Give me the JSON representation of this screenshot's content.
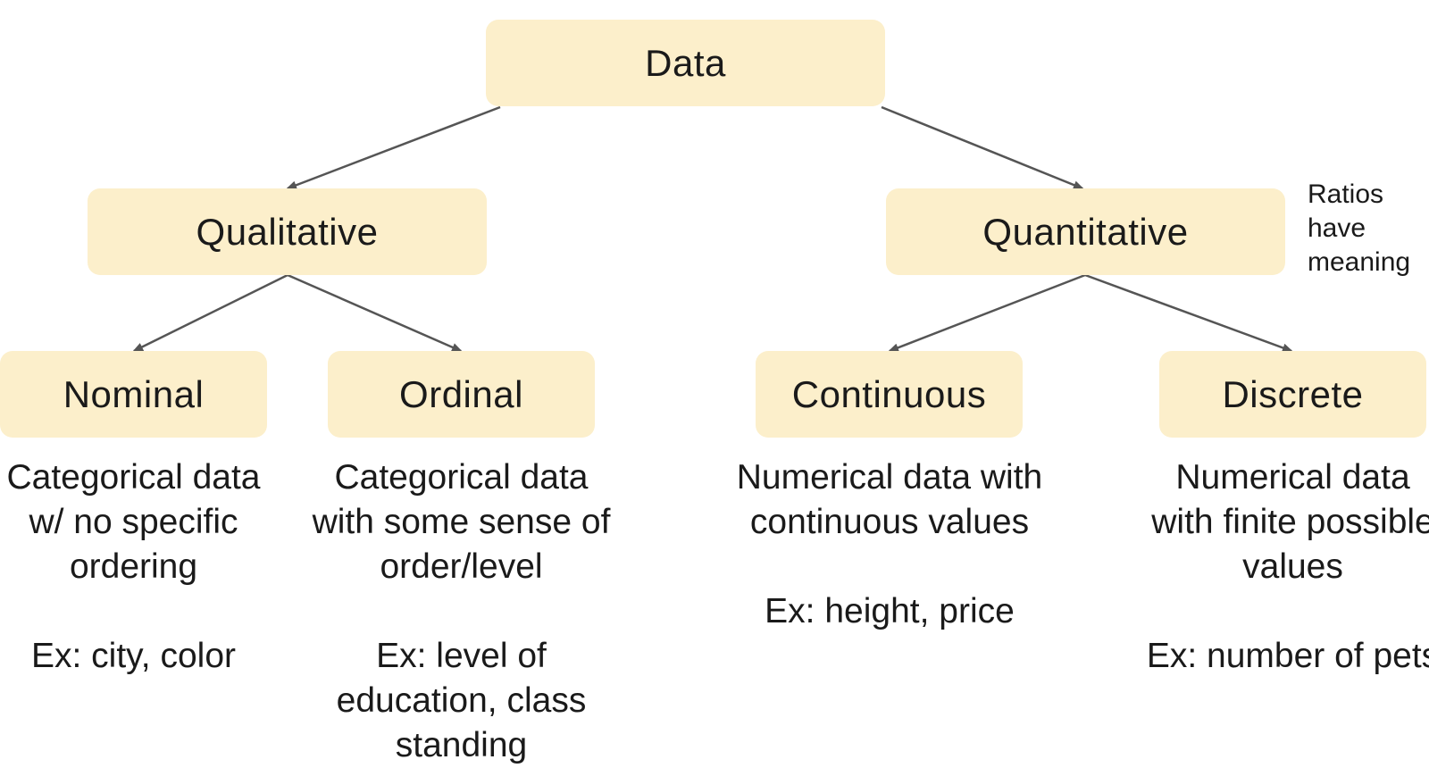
{
  "root": {
    "label": "Data"
  },
  "branches": [
    {
      "label": "Qualitative"
    },
    {
      "label": "Quantitative",
      "note": "Ratios have meaning"
    }
  ],
  "leaves": [
    {
      "label": "Nominal",
      "description": "Categorical data w/ no specific ordering",
      "example": "Ex: city, color"
    },
    {
      "label": "Ordinal",
      "description": "Categorical data with some sense of order/level",
      "example": "Ex: level of education, class standing"
    },
    {
      "label": "Continuous",
      "description": "Numerical data with continuous values",
      "example": "Ex: height, price"
    },
    {
      "label": "Discrete",
      "description": "Numerical data with finite possible values",
      "example": "Ex: number of pets"
    }
  ],
  "colors": {
    "box_fill": "#fcefcb",
    "arrow": "#555555",
    "text": "#1a1a1a"
  }
}
